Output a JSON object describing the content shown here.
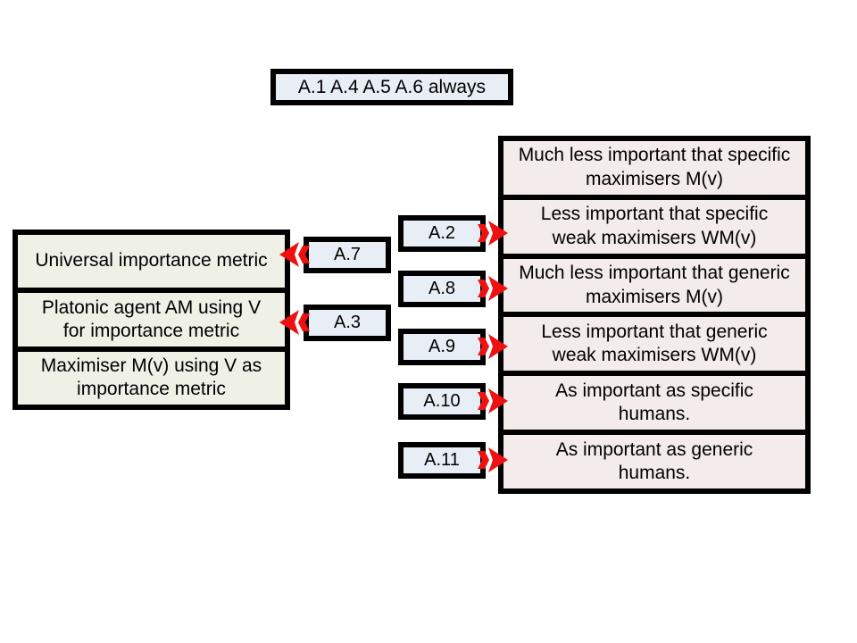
{
  "colors": {
    "line": "#000000",
    "arrow": "#ee1111",
    "page_bg": "#ffffff",
    "label_fill": "#e8eef5",
    "left_fill": "#eff1e7",
    "right_fill": "#f4ebeb"
  },
  "top_box": {
    "label": "A.1 A.4 A.5 A.6 always"
  },
  "left_boxes": [
    {
      "label": "Universal importance metric"
    },
    {
      "label": "Platonic agent AM using V for importance metric"
    },
    {
      "label": "Maximiser M(v) using V as importance metric"
    }
  ],
  "right_boxes": [
    {
      "label": "Much less important that specific maximisers M(v)"
    },
    {
      "label": "Less important that specific weak maximisers WM(v)"
    },
    {
      "label": "Much less important that generic maximisers M(v)"
    },
    {
      "label": "Less important that generic weak maximisers WM(v)"
    },
    {
      "label": "As important as specific humans."
    },
    {
      "label": "As important as generic humans."
    }
  ],
  "connectors": {
    "left": [
      {
        "label": "A.7",
        "points_to": "Universal importance metric"
      },
      {
        "label": "A.3",
        "points_to": "Platonic agent AM using V for importance metric"
      }
    ],
    "right": [
      {
        "label": "A.2",
        "points_to": "Less important that specific weak maximisers WM(v)"
      },
      {
        "label": "A.8",
        "points_to": "Much less important that generic maximisers M(v)"
      },
      {
        "label": "A.9",
        "points_to": "Less important that generic weak maximisers WM(v)"
      },
      {
        "label": "A.10",
        "points_to": "As important as specific humans."
      },
      {
        "label": "A.11",
        "points_to": "As important as generic humans."
      }
    ]
  }
}
